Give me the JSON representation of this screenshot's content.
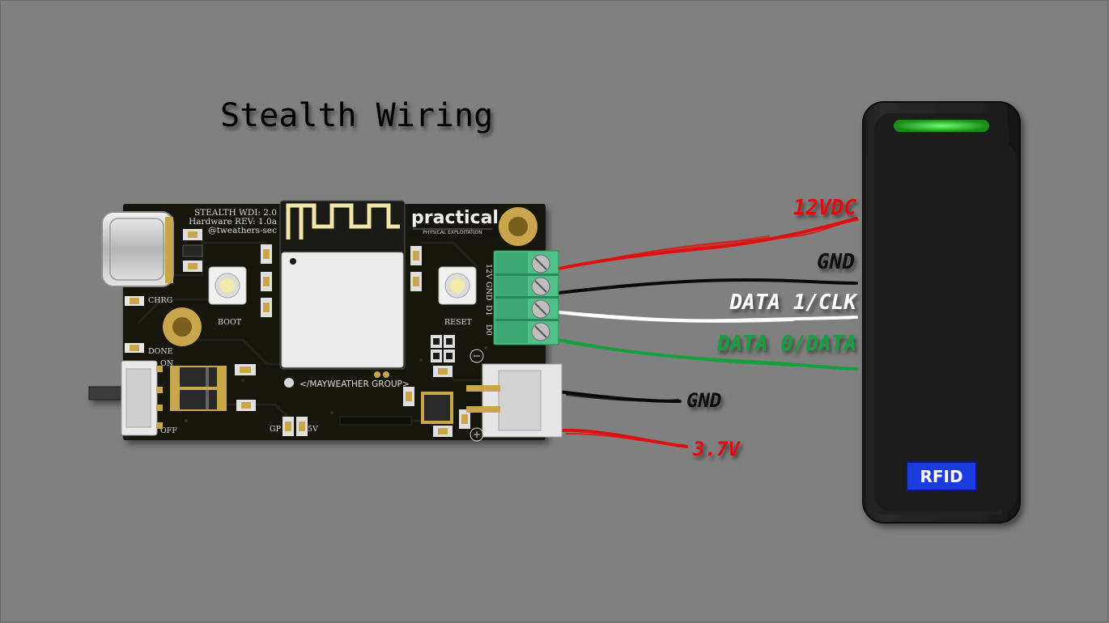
{
  "title": "Stealth Wiring",
  "board": {
    "name_line": "STEALTH WDI: 2.0",
    "rev_line": "Hardware REV: 1.0a",
    "author_line": "@tweathers-sec",
    "brand": "practical",
    "brand_tagline": "PHYSICAL EXPLOITATION",
    "group": "</MAYWEATHER GROUP>",
    "labels": {
      "chrg": "CHRG",
      "boot": "BOOT",
      "reset": "RESET",
      "done": "DONE",
      "on": "ON",
      "off": "OFF",
      "gp": "GP",
      "v5": "5V",
      "terminal": [
        "12V",
        "GND",
        "D1",
        "D0"
      ]
    }
  },
  "wires": {
    "v12": "12VDC",
    "gnd_reader": "GND",
    "data1": "DATA 1/CLK",
    "data0": "DATA 0/DATA",
    "gnd_battery": "GND",
    "v37": "3.7V"
  },
  "reader": {
    "badge": "RFID"
  },
  "colors": {
    "background": "#808080",
    "pcb": "#141310",
    "wire_red": "#e01010",
    "wire_black": "#0a0a0a",
    "wire_white": "#ffffff",
    "wire_green": "#14a03c",
    "terminal_green": "#4fc088",
    "reader_led": "#3ddc3d",
    "rfid_badge": "#1a3cdc"
  }
}
